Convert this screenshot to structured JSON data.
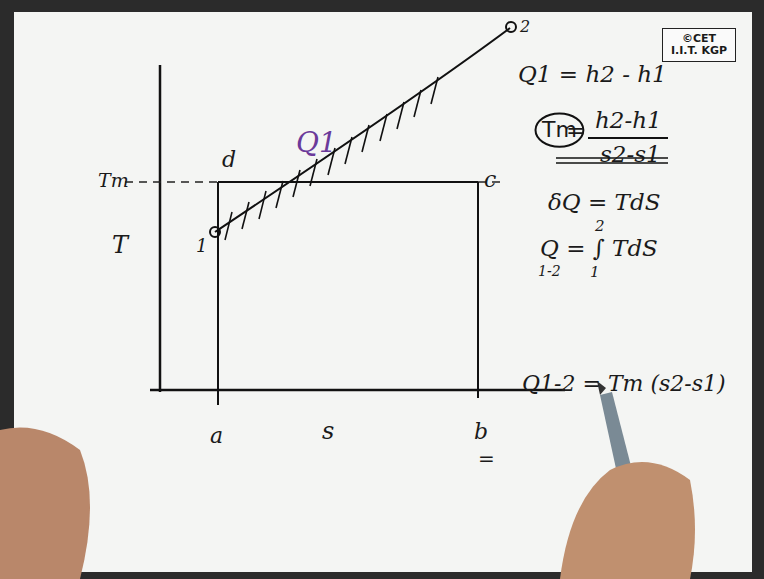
{
  "diagram": {
    "nodes": [
      {
        "text": [
          "©CET I.I.T. KGP"
        ]
      },
      {
        "text": [
          "Tm"
        ]
      }
    ],
    "labels": [
      "Tm",
      "T",
      "s",
      "a",
      "b",
      "=",
      "d",
      "c",
      "1",
      "2",
      "Q1",
      "Q1 = h2 - h1",
      "=",
      "h2-h1",
      "s2-s1",
      "δQ = TdS",
      "2",
      "Q = ∫ TdS",
      "1-2",
      "1",
      "Q1-2 = Tm (s2-s1)"
    ]
  }
}
